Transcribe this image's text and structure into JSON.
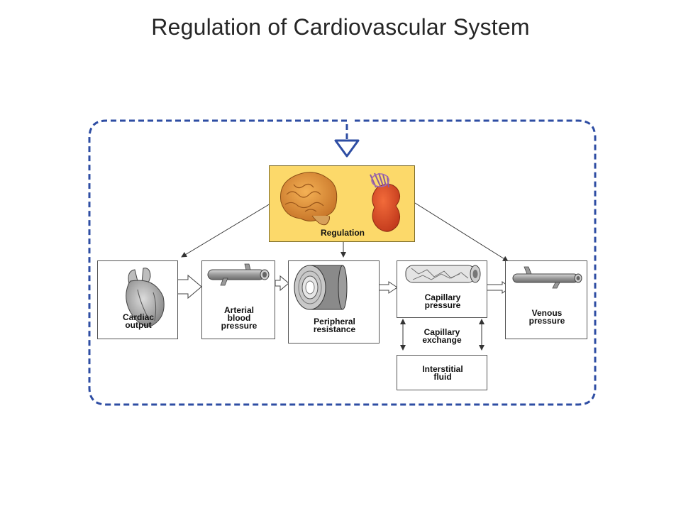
{
  "title": "Regulation of Cardiovascular System",
  "colors": {
    "feedback_loop": "#2e4da3",
    "regulation_box": "#fcd96a",
    "arrow": "#333333"
  },
  "icons": [
    "brain-icon",
    "kidney-icon",
    "heart-icon",
    "artery-icon",
    "arteriole-cross-section-icon",
    "capillary-icon",
    "vein-icon"
  ],
  "nodes": {
    "regulation": "Regulation",
    "cardiac_output": "Cardiac\noutput",
    "arterial_bp": "Arterial\nblood\npressure",
    "peripheral_resistance": "Peripheral\nresistance",
    "capillary_pressure": "Capillary\npressure",
    "venous_pressure": "Venous\npressure",
    "capillary_exchange": "Capillary\nexchange",
    "interstitial_fluid": "Interstitial\nfluid"
  }
}
